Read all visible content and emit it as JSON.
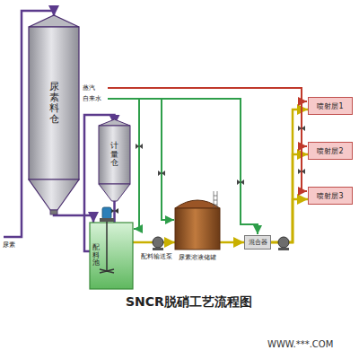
{
  "diagram": {
    "title": "SNCR脱硝工艺流程图",
    "nodes": [
      {
        "text": [
          "尿素料仓"
        ]
      },
      {
        "text": [
          "计量仓"
        ]
      },
      {
        "text": [
          "配料池"
        ]
      },
      {
        "text": [
          "尿素溶液储罐"
        ]
      },
      {
        "text": [
          "混合器"
        ]
      },
      {
        "text": [
          "喷射层1"
        ]
      },
      {
        "text": [
          "喷射层2"
        ]
      },
      {
        "text": [
          "喷射层3"
        ]
      }
    ],
    "edges": [
      {
        "from": 0,
        "to": 2,
        "arrow": "to"
      },
      {
        "from": 2,
        "to": 1,
        "arrow": "to"
      },
      {
        "from": 1,
        "to": 2,
        "arrow": "none"
      },
      {
        "from": 2,
        "to": 3,
        "arrow": "to"
      },
      {
        "from": 3,
        "to": 4,
        "arrow": "to"
      },
      {
        "from": 4,
        "to": 5,
        "arrow": "to"
      },
      {
        "from": 4,
        "to": 6,
        "arrow": "to"
      },
      {
        "from": 4,
        "to": 7,
        "arrow": "to"
      }
    ],
    "labels": [
      "蒸汽",
      "自来水",
      "尿素",
      "配料输送泵",
      "WWW.***.COM"
    ]
  }
}
